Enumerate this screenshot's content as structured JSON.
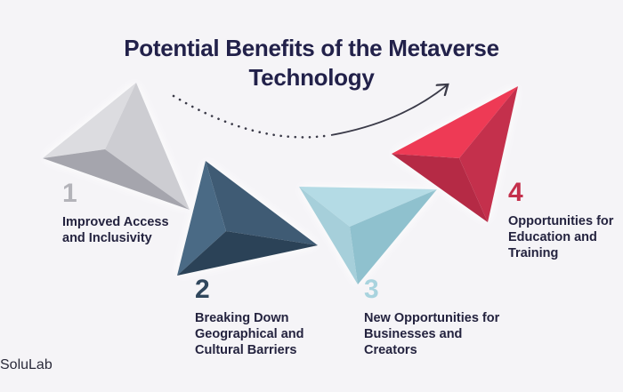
{
  "title": {
    "line1": "Potential Benefits of the Metaverse",
    "line2": "Technology"
  },
  "colors": {
    "background": "#f5f4f7",
    "title": "#22214a",
    "step1": "#b9b9bf",
    "step2": "#3b566d",
    "step3": "#a8d3de",
    "step4": "#e8334f"
  },
  "steps": [
    {
      "number": "1",
      "label": "Improved Access\nand Inclusivity"
    },
    {
      "number": "2",
      "label": "Breaking Down\nGeographical and\nCultural Barriers"
    },
    {
      "number": "3",
      "label": "New Opportunities for\nBusinesses and\nCreators"
    },
    {
      "number": "4",
      "label": "Opportunities for\nEducation and\nTraining"
    }
  ],
  "logo": "SoluLab"
}
